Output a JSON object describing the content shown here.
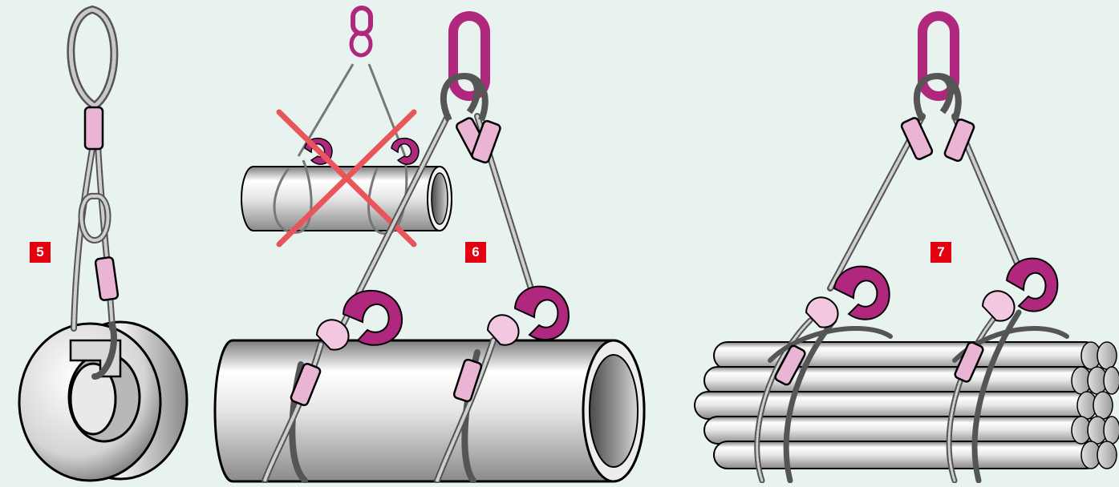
{
  "badges": {
    "fig5": "5",
    "fig6": "6",
    "fig7": "7"
  },
  "colors": {
    "background": "#e8f2ee",
    "badge": "#e3000f",
    "hardware": "#b0287e",
    "ferrule": "#eab4d4",
    "rope": "#8a8a8a",
    "steel_light": "#ffffff",
    "steel_dark": "#8c8c8c",
    "cross": "#e8555a"
  },
  "icons": [
    "master-link-icon",
    "lifting-hook-icon",
    "prohibited-cross-icon"
  ]
}
